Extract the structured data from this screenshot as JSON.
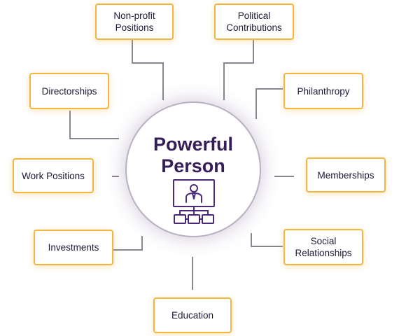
{
  "center": {
    "title_line1": "Powerful",
    "title_line2": "Person",
    "icon": "presenter-org-chart-icon"
  },
  "nodes": [
    {
      "id": "non-profit-positions",
      "label": "Non-profit\nPositions"
    },
    {
      "id": "political-contributions",
      "label": "Political\nContributions"
    },
    {
      "id": "directorships",
      "label": "Directorships"
    },
    {
      "id": "philanthropy",
      "label": "Philanthropy"
    },
    {
      "id": "work-positions",
      "label": "Work Positions"
    },
    {
      "id": "memberships",
      "label": "Memberships"
    },
    {
      "id": "investments",
      "label": "Investments"
    },
    {
      "id": "social-relationships",
      "label": "Social\nRelationships"
    },
    {
      "id": "education",
      "label": "Education"
    }
  ],
  "colors": {
    "box_border": "#f4b53f",
    "connector": "#8a8590",
    "title": "#351e57",
    "icon": "#4a2a78"
  }
}
